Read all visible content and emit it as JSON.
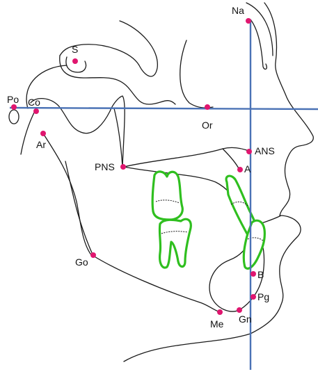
{
  "colors": {
    "reference_line": "#4a72b5",
    "landmark": "#e0166f",
    "tooth_outline": "#2fbf1f",
    "tracing": "#1a1a1a"
  },
  "landmarks": {
    "na": "Na",
    "s": "S",
    "po": "Po",
    "co": "Co",
    "or": "Or",
    "ar": "Ar",
    "ans": "ANS",
    "pns": "PNS",
    "a": "A",
    "go": "Go",
    "b": "B",
    "pg": "Pg",
    "me": "Me",
    "gn": "Gn"
  }
}
